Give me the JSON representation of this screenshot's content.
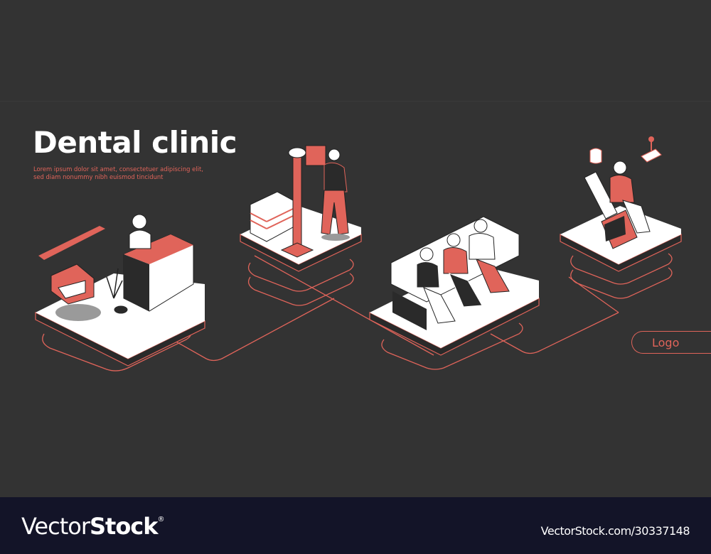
{
  "hero": {
    "title": "Dental clinic",
    "subtitle_line1": "Lorem ipsum dolor sit amet, consectetuer adipiscing elit,",
    "subtitle_line2": "sed diam nonummy nibh euismod tincidunt"
  },
  "logo_button": {
    "label": "Logo"
  },
  "scenes": [
    {
      "name": "reception",
      "description": "Receptionist at desk with tooth sign, armchair, plant, shelf"
    },
    {
      "name": "x-ray",
      "description": "Patient at dental panoramic X-ray machine, instrument cart"
    },
    {
      "name": "waiting-room",
      "description": "Three patients with toothache sitting on sofa"
    },
    {
      "name": "dental-chair",
      "description": "Patient in dental chair with lamp"
    }
  ],
  "colors": {
    "background": "#333333",
    "accent": "#e0645a",
    "platform": "#ffffff",
    "footer": "#131428"
  },
  "footer": {
    "brand_light": "Vector",
    "brand_bold": "Stock",
    "brand_mark": "®",
    "reference": "VectorStock.com/30337148"
  }
}
